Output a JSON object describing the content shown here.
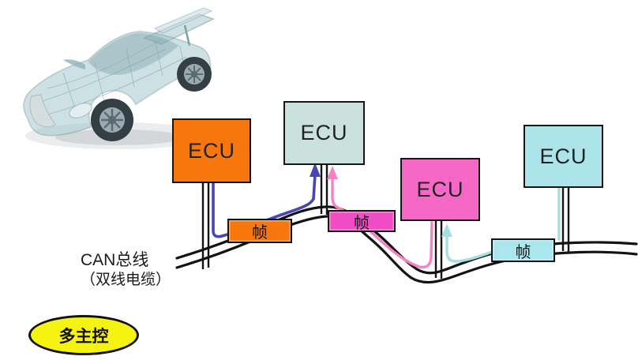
{
  "labels": {
    "bus_line1": "CAN总线",
    "bus_line2": "（双线电缆）",
    "multimaster": "多主控"
  },
  "ecus": [
    {
      "label": "ECU",
      "fill": "#f8760e"
    },
    {
      "label": "ECU",
      "fill": "#cbe1dd"
    },
    {
      "label": "ECU",
      "fill": "#f767c5"
    },
    {
      "label": "ECU",
      "fill": "#abe5ea"
    }
  ],
  "frames": [
    {
      "label": "帧",
      "fill": "#f8760e"
    },
    {
      "label": "帧",
      "fill": "#ef4cc5"
    },
    {
      "label": "帧",
      "fill": "#a9e6ee"
    }
  ],
  "colors": {
    "bus_line": "#131313",
    "stem_line": "#131313",
    "arrow_blue": "#4b44b4",
    "arrow_pink": "#f583c3",
    "arrow_cyan": "#a5dfe2",
    "badge_fill": "#f5f311",
    "background": "#ffffff"
  }
}
